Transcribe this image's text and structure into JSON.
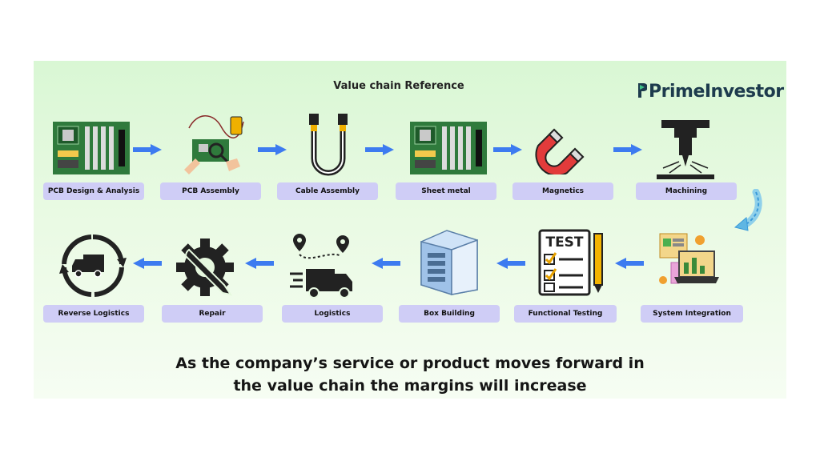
{
  "header": {
    "title": "Value chain Reference"
  },
  "brand": {
    "name": "PrimeInvestor"
  },
  "row1": [
    {
      "label": "PCB Design & Analysis",
      "icon": "circuit-board-icon"
    },
    {
      "label": "PCB Assembly",
      "icon": "pcb-assembly-icon"
    },
    {
      "label": "Cable Assembly",
      "icon": "cable-icon"
    },
    {
      "label": "Sheet metal",
      "icon": "circuit-board-icon"
    },
    {
      "label": "Magnetics",
      "icon": "magnet-icon"
    },
    {
      "label": "Machining",
      "icon": "drill-icon"
    }
  ],
  "row2": [
    {
      "label": "Reverse Logistics",
      "icon": "reverse-truck-icon"
    },
    {
      "label": "Repair",
      "icon": "gear-wrench-icon"
    },
    {
      "label": "Logistics",
      "icon": "delivery-truck-icon"
    },
    {
      "label": "Box Building",
      "icon": "server-box-icon"
    },
    {
      "label": "Functional Testing",
      "icon": "test-clipboard-icon"
    },
    {
      "label": "System Integration",
      "icon": "system-laptop-icon"
    }
  ],
  "test_badge": "TEST",
  "footer": {
    "line1": "As the company’s service or product moves forward in",
    "line2": "the value chain the margins will increase"
  },
  "colors": {
    "arrow": "#3d7bf0",
    "label_bg": "#cfcdf6",
    "magnet_red": "#e23b3b",
    "panel": "#e3f8dc"
  }
}
